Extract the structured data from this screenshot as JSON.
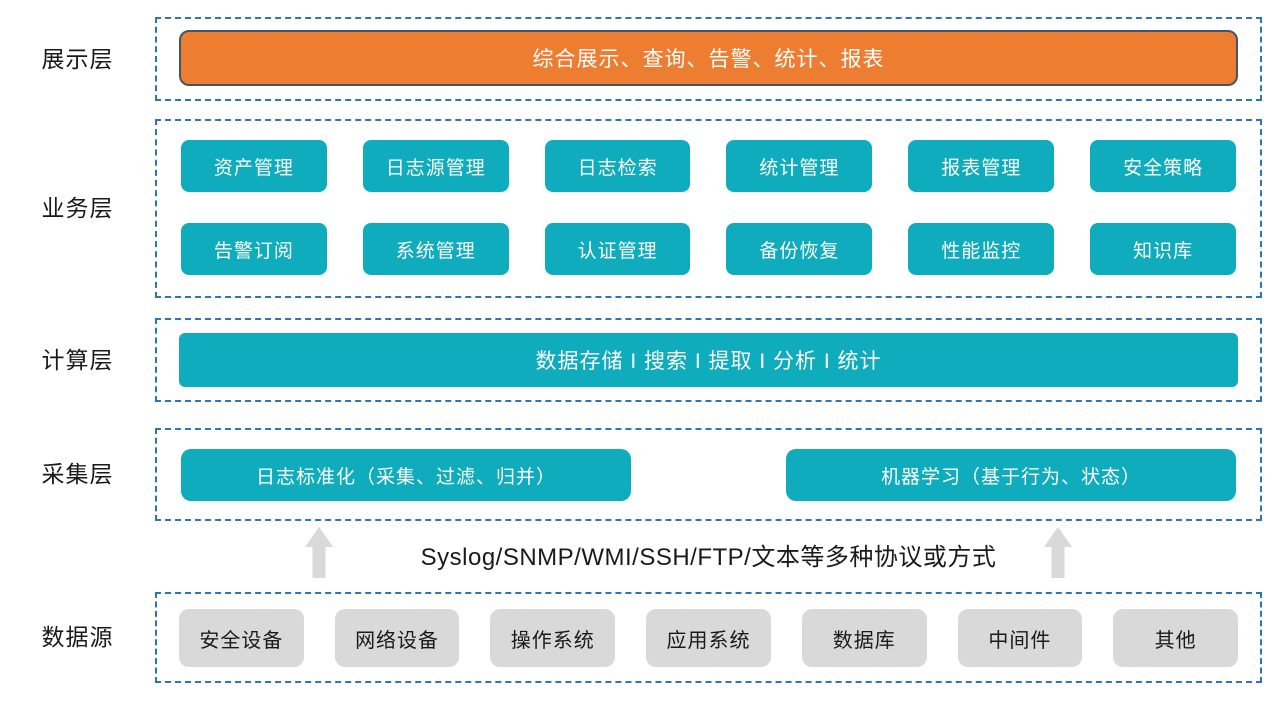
{
  "layers": {
    "presentation": {
      "label": "展示层",
      "box_label": "综合展示、查询、告警、统计、报表"
    },
    "business": {
      "label": "业务层",
      "items": [
        "资产管理",
        "日志源管理",
        "日志检索",
        "统计管理",
        "报表管理",
        "安全策略",
        "告警订阅",
        "系统管理",
        "认证管理",
        "备份恢复",
        "性能监控",
        "知识库"
      ]
    },
    "computing": {
      "label": "计算层",
      "box_label": "数据存储 I 搜索 I 提取 I 分析 I 统计"
    },
    "collection": {
      "label": "采集层",
      "boxes": [
        "日志标准化（采集、过滤、归并）",
        "机器学习（基于行为、状态）"
      ]
    },
    "datasource": {
      "label": "数据源",
      "items": [
        "安全设备",
        "网络设备",
        "操作系统",
        "应用系统",
        "数据库",
        "中间件",
        "其他"
      ]
    }
  },
  "protocol_text": "Syslog/SNMP/WMI/SSH/FTP/文本等多种协议或方式",
  "icons": {
    "up_arrow_left": "up-arrow-icon",
    "up_arrow_right": "up-arrow-icon"
  },
  "colors": {
    "accent_orange": "#ED7D31",
    "orange_border": "#44546A",
    "accent_teal": "#0EACBC",
    "box_gray": "#D9D9D9",
    "dashed_border_blue": "#2E75B6",
    "text_dark": "#1A1A1A",
    "text_light": "#FFFFFF"
  }
}
